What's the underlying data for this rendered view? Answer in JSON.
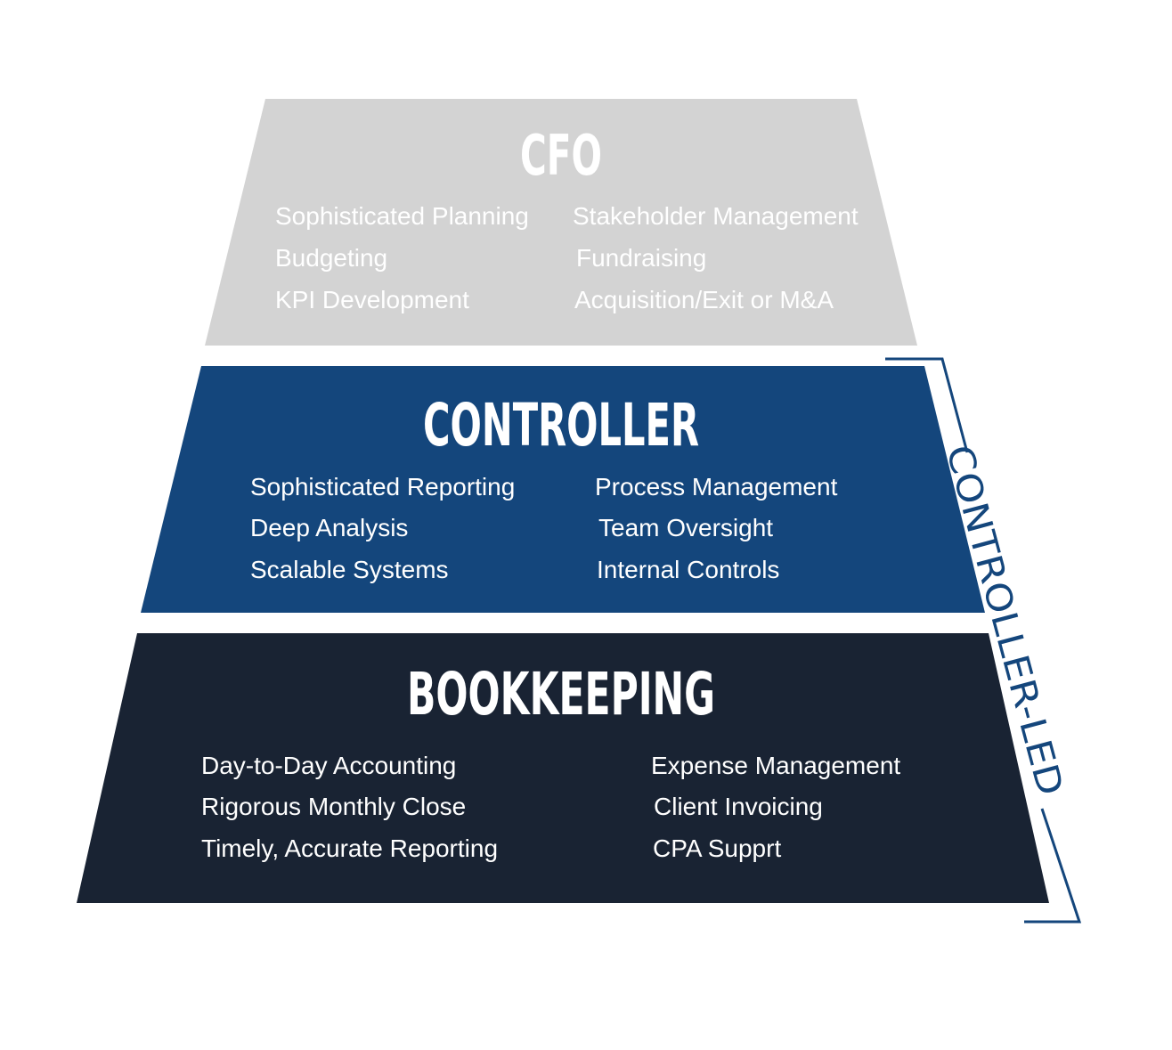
{
  "colors": {
    "cfo": "#d3d3d3",
    "controller": "#14467c",
    "bookkeeping": "#192333",
    "bracket": "#14467c"
  },
  "tiers": {
    "cfo": {
      "title": "CFO",
      "left_items": [
        "Sophisticated Planning",
        "Budgeting",
        "KPI Development"
      ],
      "right_items": [
        "Stakeholder Management",
        "Fundraising",
        "Acquisition/Exit or M&A"
      ]
    },
    "controller": {
      "title": "CONTROLLER",
      "left_items": [
        "Sophisticated Reporting",
        "Deep Analysis",
        "Scalable Systems"
      ],
      "right_items": [
        "Process Management",
        "Team Oversight",
        "Internal Controls"
      ]
    },
    "bookkeeping": {
      "title": "BOOKKEEPING",
      "left_items": [
        "Day-to-Day Accounting",
        "Rigorous Monthly Close",
        "Timely, Accurate Reporting"
      ],
      "right_items": [
        "Expense Management",
        "Client Invoicing",
        "CPA Supprt"
      ]
    }
  },
  "bracket": {
    "label": "CONTROLLER-LED"
  }
}
